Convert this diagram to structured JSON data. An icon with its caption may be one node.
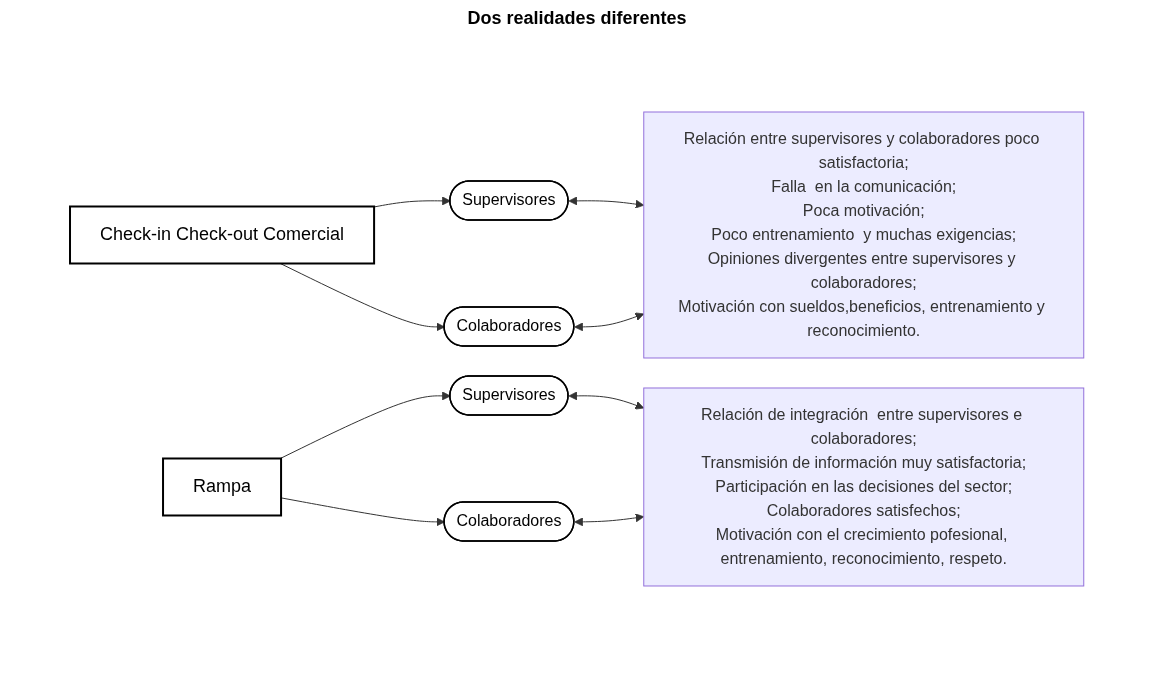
{
  "diagram": {
    "nodes": [
      {
        "text": [
          "Check-in Check-out Comercial"
        ]
      },
      {
        "text": [
          "Supervisores"
        ]
      },
      {
        "text": [
          "Colaboradores"
        ]
      },
      {
        "text": [
          "Relación entre supervisores y colaboradores poco satisfactoria;",
          "Falla  en la comunicación;",
          "Poca motivación;",
          "Poco entrenamiento  y muchas exigencias;",
          "Opiniones divergentes entre supervisores y colaboradores;",
          "Motivación con sueldos,beneficios, entrenamiento y reconocimiento."
        ]
      },
      {
        "text": [
          "Rampa"
        ]
      },
      {
        "text": [
          "Supervisores"
        ]
      },
      {
        "text": [
          "Colaboradores"
        ]
      },
      {
        "text": [
          "Relación de integración  entre supervisores e colaboradores;",
          "Transmisión de información muy satisfactoria;",
          "Participación en las decisiones del sector;",
          "Colaboradores satisfechos;",
          "Motivación con el crecimiento pofesional, entrenamiento, reconocimiento, respeto."
        ]
      }
    ],
    "edges": [
      {
        "from": 0,
        "to": 1,
        "arrow": "to"
      },
      {
        "from": 0,
        "to": 2,
        "arrow": "to"
      },
      {
        "from": 1,
        "to": 3,
        "arrow": "both"
      },
      {
        "from": 2,
        "to": 3,
        "arrow": "both"
      },
      {
        "from": 4,
        "to": 5,
        "arrow": "to"
      },
      {
        "from": 4,
        "to": 6,
        "arrow": "to"
      },
      {
        "from": 5,
        "to": 7,
        "arrow": "both"
      },
      {
        "from": 6,
        "to": 7,
        "arrow": "both"
      }
    ],
    "labels": [
      "Dos realidades diferentes"
    ]
  }
}
